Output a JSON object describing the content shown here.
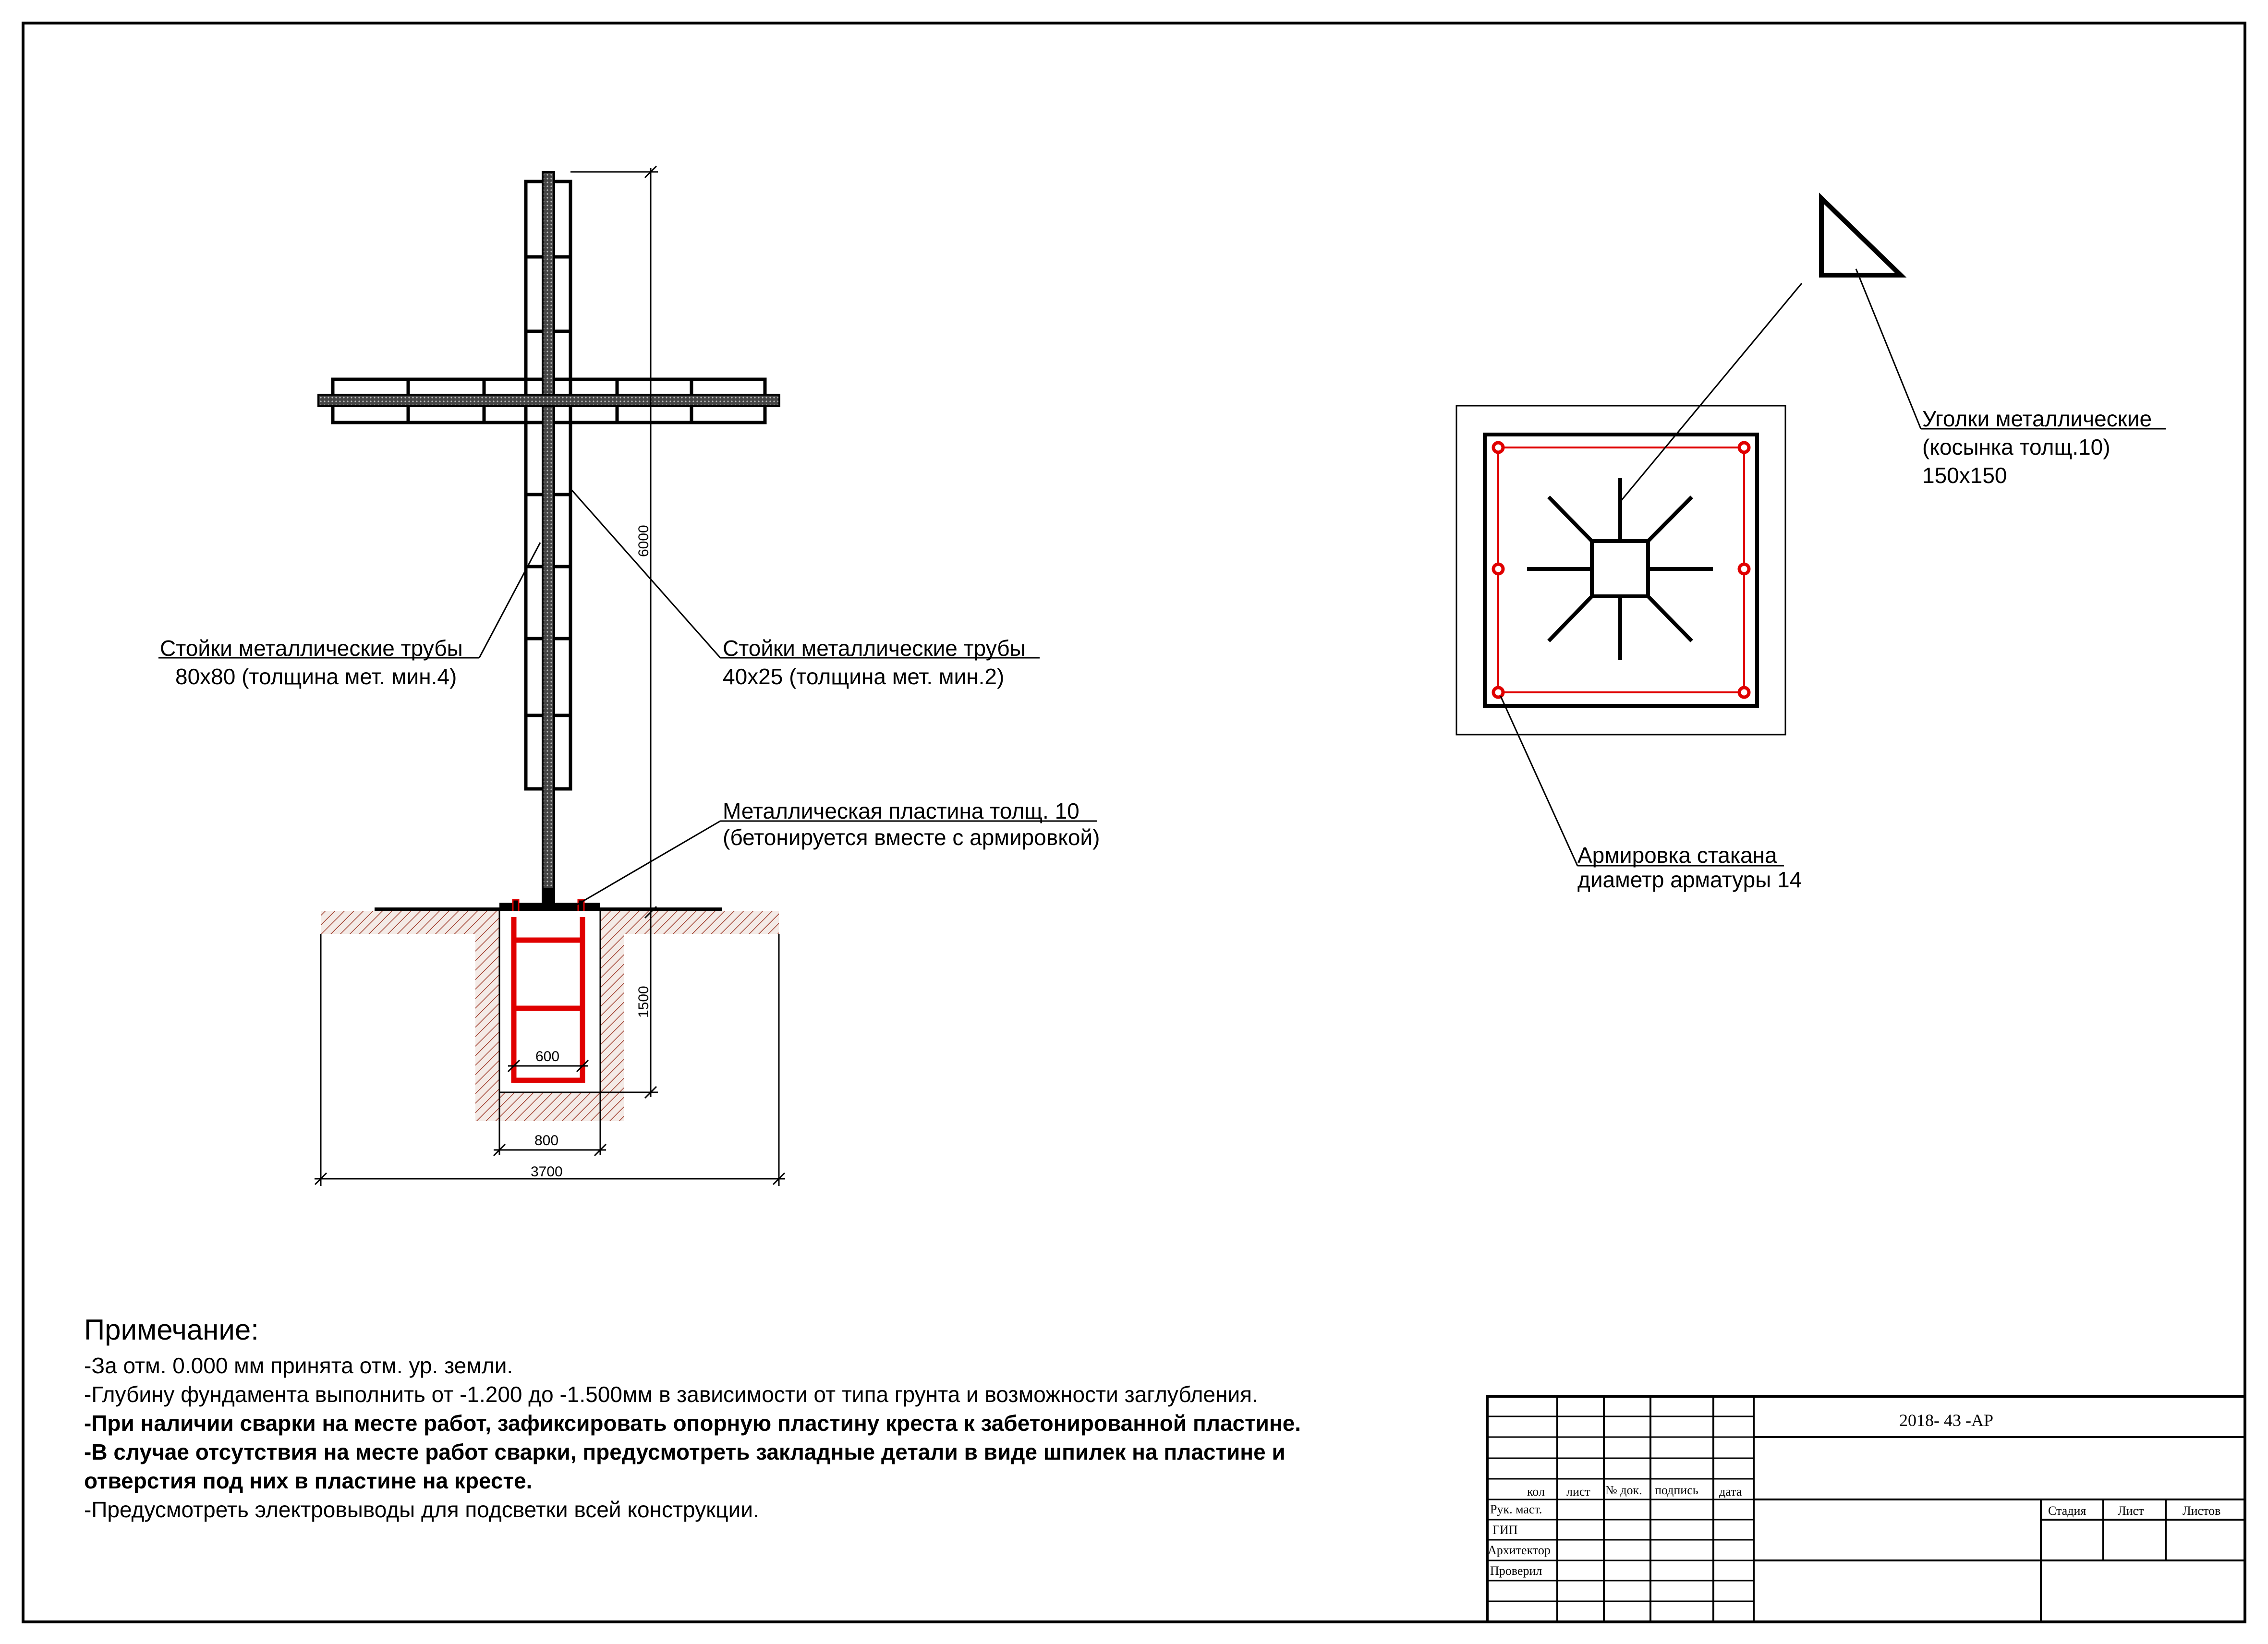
{
  "labels": {
    "pipes_80_l1": "Стойки металлические трубы",
    "pipes_80_l2": "80х80 (толщина мет. мин.4)",
    "pipes_40_l1": "Стойки металлические трубы",
    "pipes_40_l2": "40х25 (толщина мет. мин.2)",
    "plate_l1": "Металлическая пластина толщ. 10",
    "plate_l2": "(бетонируется вместе с армировкой)",
    "angles_l1": "Уголки металлические",
    "angles_l2": "(косынка толщ.10)",
    "angles_l3": "150х150",
    "rebar_l1": "Армировка стакана",
    "rebar_l2": "диаметр  арматуры 14"
  },
  "dimensions": {
    "height": "6000",
    "depth": "1500",
    "inner_width": "600",
    "pit_width": "800",
    "total_width": "3700"
  },
  "notes": {
    "title": "Примечание:",
    "items": [
      {
        "text": "-За отм. 0.000 мм принята отм. ур. земли.",
        "bold": false
      },
      {
        "text": "-Глубину фундамента выполнить от -1.200 до -1.500мм в зависимости от типа грунта и возможности заглубления.",
        "bold": false
      },
      {
        "text": "-При наличии сварки на месте работ, зафиксировать опорную пластину креста к забетонированной пластине.",
        "bold": true
      },
      {
        "text": "-В случае отсутствия на месте работ сварки, предусмотреть закладные детали в виде шпилек на пластине и",
        "bold": true
      },
      {
        "text": "отверстия под них в пластине на кресте.",
        "bold": true
      },
      {
        "text": "-Предусмотреть электровыводы для подсветки всей конструкции.",
        "bold": false
      }
    ]
  },
  "title_block": {
    "code": "2018- 43 -АР",
    "columns": [
      "кол",
      "лист",
      "№ док.",
      "подпись",
      "дата"
    ],
    "roles": [
      "Рук. маст.",
      "ГИП",
      "Архитектор",
      "Проверил"
    ],
    "stage_headers": [
      "Стадия",
      "Лист",
      "Листов"
    ]
  },
  "colors": {
    "line": "#000000",
    "rebar": "#e00000",
    "soil_hatch": "#a04030",
    "soil_fill": "#f4ebe7"
  }
}
